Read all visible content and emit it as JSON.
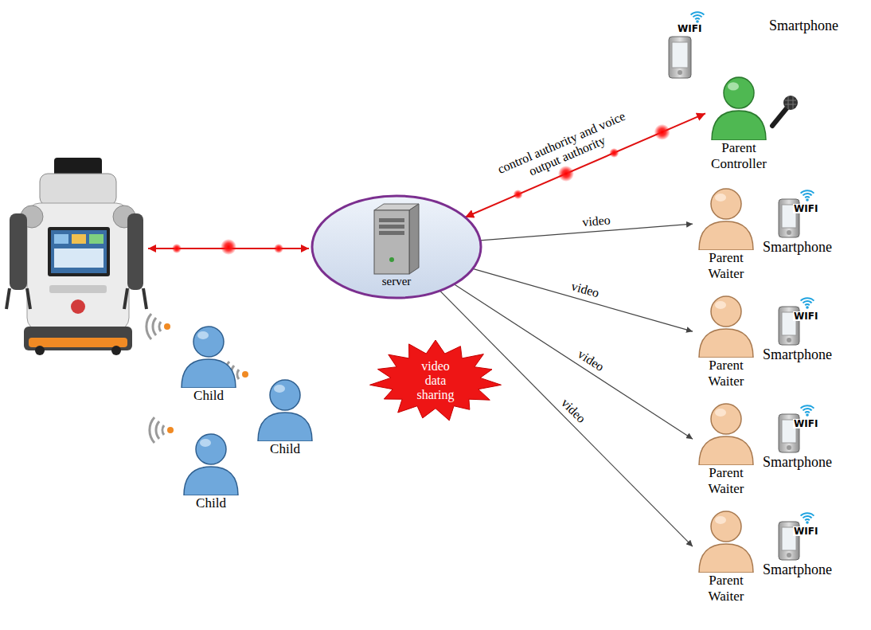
{
  "diagram": {
    "nodes": [
      {
        "text": [
          "Child"
        ]
      },
      {
        "text": [
          "Child"
        ]
      },
      {
        "text": [
          "Child"
        ]
      },
      {
        "text": [
          "server"
        ]
      },
      {
        "text": [
          "video data sharing"
        ]
      },
      {
        "text": [
          "Parent Controller"
        ]
      },
      {
        "text": [
          "Parent Waiter"
        ]
      },
      {
        "text": [
          "Parent Waiter"
        ]
      },
      {
        "text": [
          "Parent Waiter"
        ]
      },
      {
        "text": [
          "Parent Waiter"
        ]
      }
    ],
    "edges": [
      {
        "from": 3,
        "to": 5,
        "arrow": "both",
        "label": "control authority and voice output authority"
      },
      {
        "from": 3,
        "to": 6,
        "arrow": "to",
        "label": "video"
      },
      {
        "from": 3,
        "to": 7,
        "arrow": "to",
        "label": "video"
      },
      {
        "from": 3,
        "to": 8,
        "arrow": "to",
        "label": "video"
      },
      {
        "from": 3,
        "to": 9,
        "arrow": "to",
        "label": "video"
      }
    ],
    "labels": [
      "WIFI",
      "Smartphone",
      "WIFI",
      "Smartphone",
      "WIFI",
      "Smartphone",
      "WIFI",
      "Smartphone",
      "WIFI",
      "Smartphone"
    ]
  }
}
